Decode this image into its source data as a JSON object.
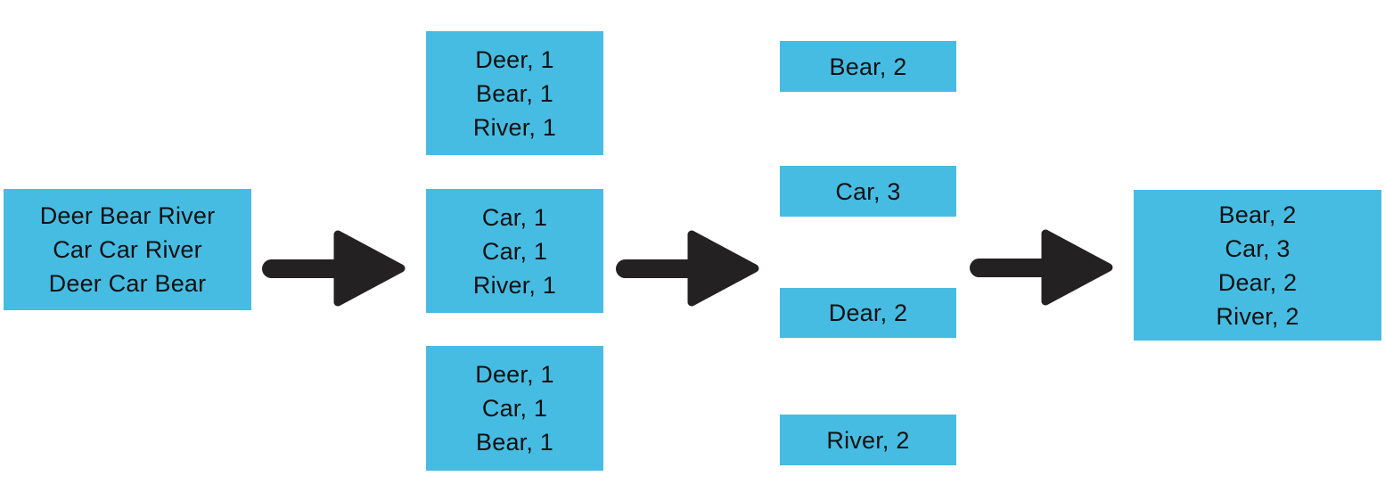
{
  "diagram": {
    "name": "mapreduce-word-count-flow",
    "colors": {
      "box_blue": "#47BCE3",
      "arrow_black": "#242122"
    },
    "icons": {
      "arrow": "arrow-right-icon"
    },
    "input_box": {
      "lines": [
        "Deer Bear River",
        "Car Car River",
        "Deer Car Bear"
      ]
    },
    "map_boxes": [
      {
        "lines": [
          "Deer, 1",
          "Bear, 1",
          "River, 1"
        ]
      },
      {
        "lines": [
          "Car, 1",
          "Car, 1",
          "River, 1"
        ]
      },
      {
        "lines": [
          "Deer, 1",
          "Car, 1",
          "Bear, 1"
        ]
      }
    ],
    "reduce_boxes": [
      {
        "label": "Bear, 2"
      },
      {
        "label": "Car, 3"
      },
      {
        "label": "Dear, 2"
      },
      {
        "label": "River, 2"
      }
    ],
    "output_box": {
      "lines": [
        "Bear, 2",
        "Car, 3",
        "Dear, 2",
        "River, 2"
      ]
    }
  }
}
